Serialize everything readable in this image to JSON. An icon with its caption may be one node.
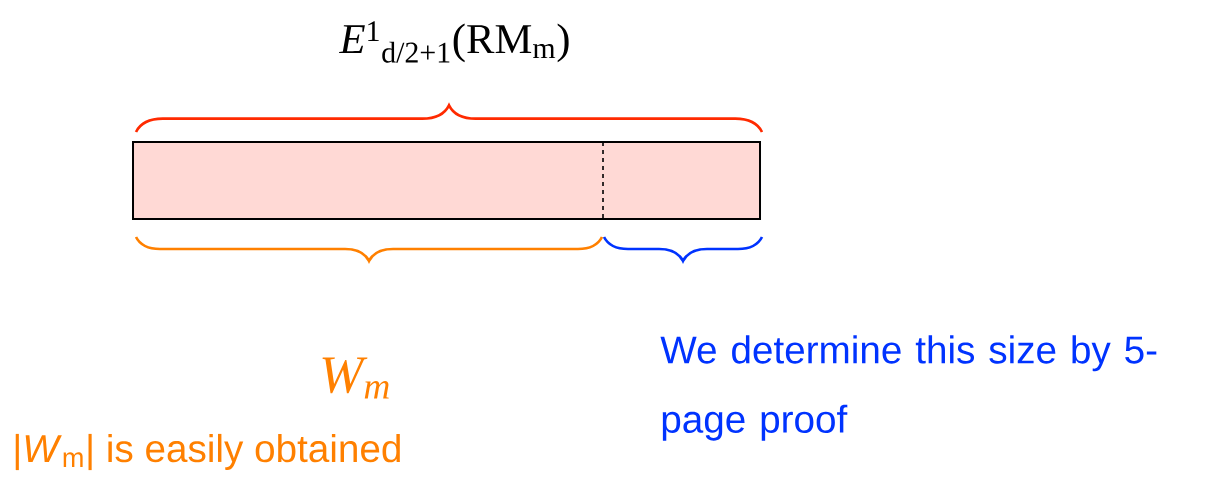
{
  "diagram": {
    "nodes": [
      {
        "text": [],
        "shape": "bar"
      }
    ],
    "labels": [
      "*E*$^{1}$$_{d/2+1}$(RM$_{m}$)",
      "W$_{m}$",
      "We determine this size by 5-page proof",
      "|*W*$_{m}$| is easily obtained"
    ]
  }
}
